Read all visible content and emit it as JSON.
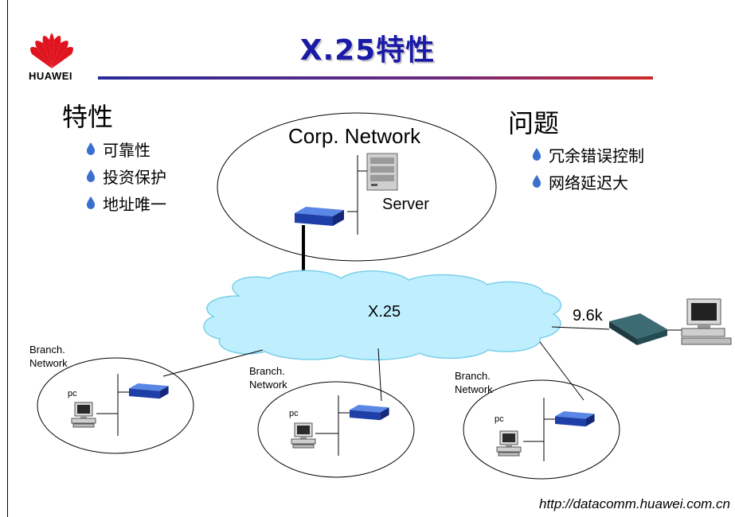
{
  "brand": {
    "logo_text": "HUAWEI"
  },
  "title": "X.25特性",
  "features": {
    "heading": "特性",
    "items": [
      "可靠性",
      "投资保护",
      "地址唯一"
    ]
  },
  "problems": {
    "heading": "问题",
    "items": [
      "冗余错误控制",
      "网络延迟大"
    ]
  },
  "diagram": {
    "corp_network": "Corp. Network",
    "server": "Server",
    "cloud": "X.25",
    "speed": "9.6k",
    "branch_label_1": "Branch.",
    "branch_label_2": "Network",
    "pc": "pc"
  },
  "footer": {
    "url": "http://datacomm.huawei.com.cn"
  },
  "colors": {
    "title": "#1a1aa8",
    "cloud": "#bfefff",
    "router": "#2a4fc0",
    "logo": "#e0141e"
  }
}
